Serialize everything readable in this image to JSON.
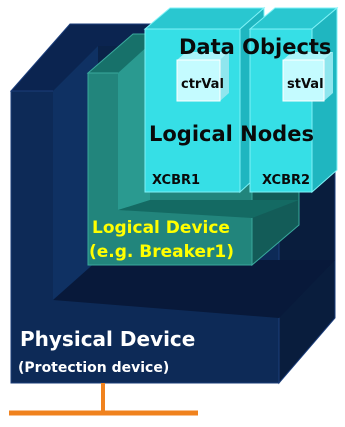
{
  "data_objects": {
    "title": "Data Objects",
    "ctr_val": "ctrVal",
    "st_val": "stVal"
  },
  "logical_nodes": {
    "title": "Logical Nodes",
    "node_1": "XCBR1",
    "node_2": "XCBR2"
  },
  "logical_device": {
    "line1": "Logical Device",
    "line2": "(e.g. Breaker1)"
  },
  "physical_device": {
    "line1": "Physical Device",
    "line2": "(Protection device)"
  },
  "colors": {
    "physical_front": "#0d2a57",
    "physical_side": "#091d3d",
    "physical_top": "#0a2248",
    "logical_device_front": "#22857c",
    "logical_device_side": "#135c58",
    "logical_node_front": "#36dfe6",
    "logical_node_side": "#1fb6c0",
    "data_object_front": "#c4fbff",
    "yellow_text": "#ffff00",
    "bus": "#f0821e"
  }
}
